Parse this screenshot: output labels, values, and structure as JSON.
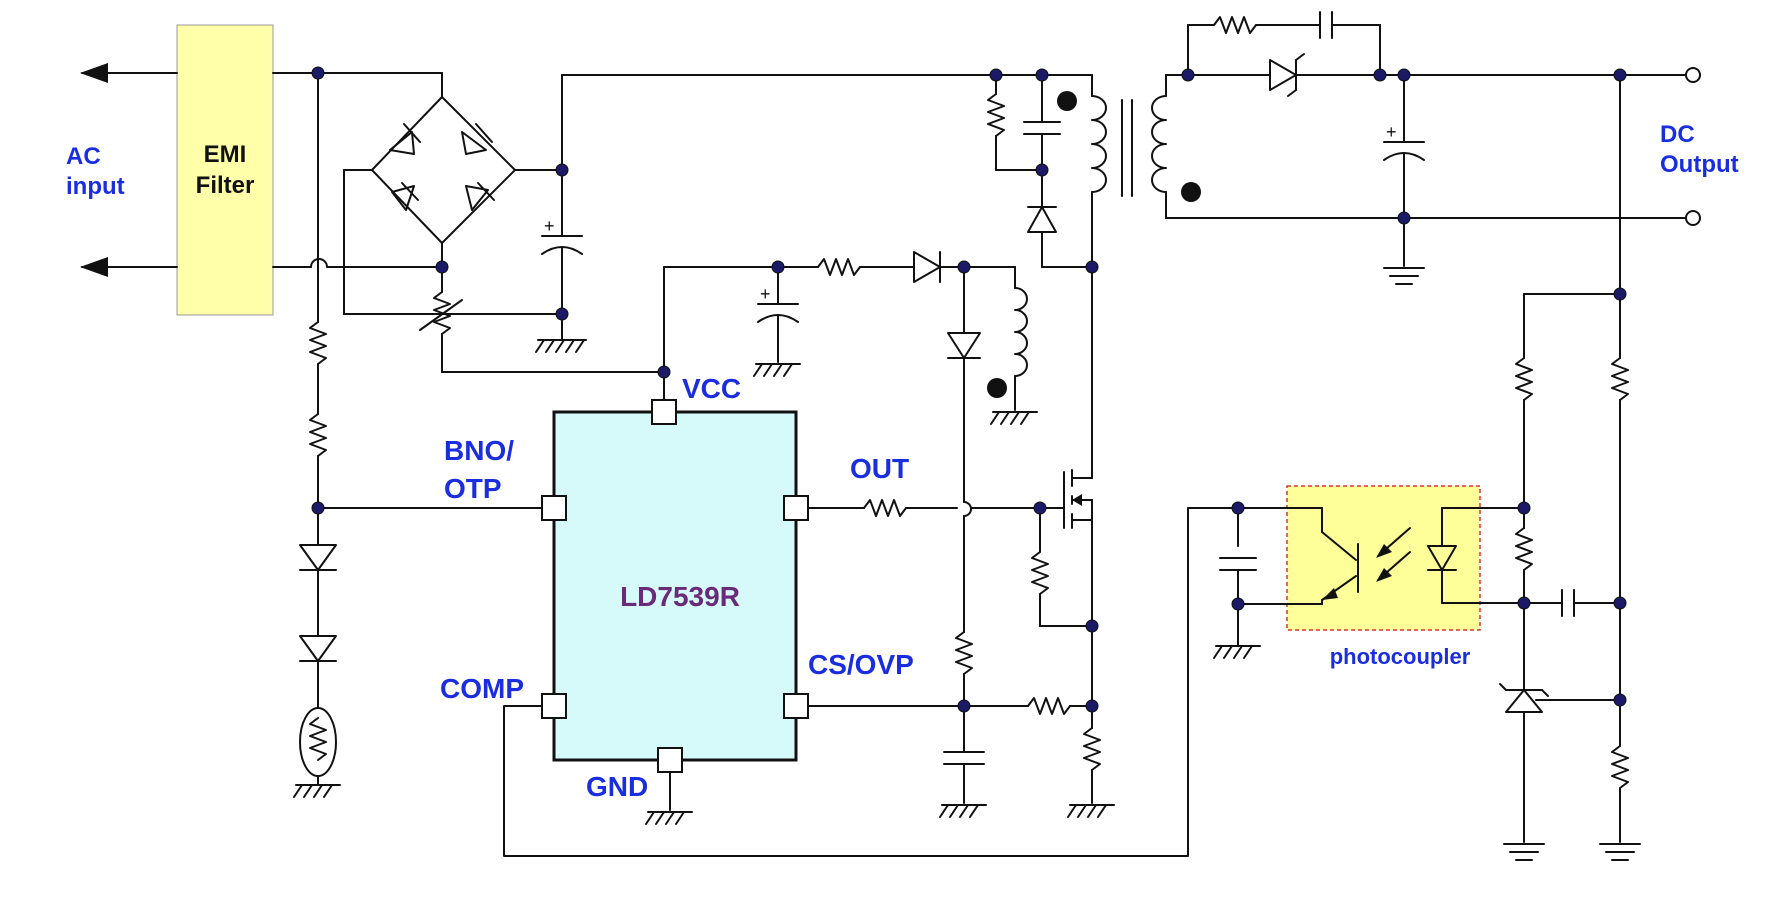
{
  "labels": {
    "ac_line1": "AC",
    "ac_line2": "input",
    "emi_line1": "EMI",
    "emi_line2": "Filter",
    "dc_line1": "DC",
    "dc_line2": "Output",
    "ic_name": "LD7539R",
    "pin_vcc": "VCC",
    "pin_bno_line1": "BNO/",
    "pin_bno_line2": "OTP",
    "pin_out": "OUT",
    "pin_csovp": "CS/OVP",
    "pin_comp": "COMP",
    "pin_gnd": "GND",
    "photocoupler": "photocoupler"
  },
  "colors": {
    "label": "#1a2ee0",
    "ic_name": "#6a2a7a",
    "ic_fill": "#d6fafa",
    "emi_fill": "#ffffaa",
    "photocoupler_fill": "#ffff99",
    "photocoupler_border": "#e03030",
    "wire": "#111111",
    "junction": "#1a1a66"
  }
}
